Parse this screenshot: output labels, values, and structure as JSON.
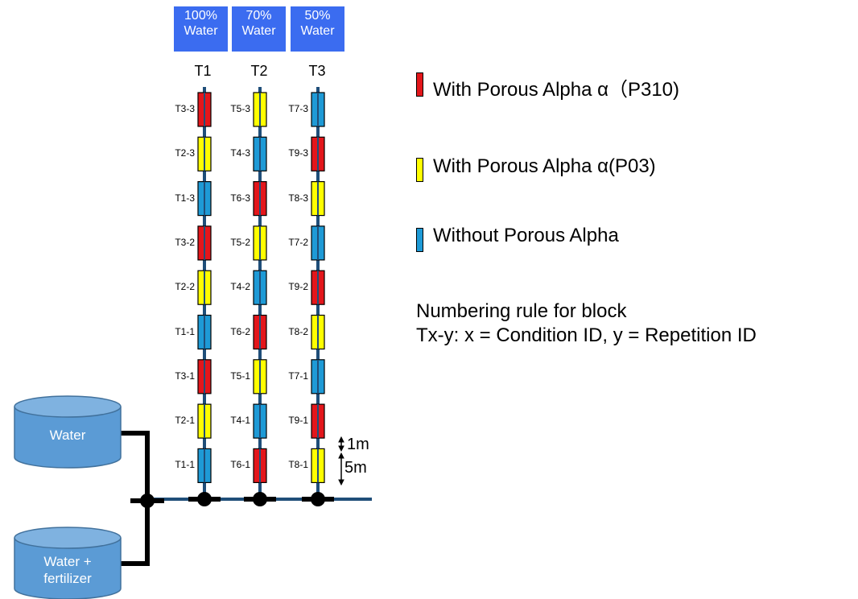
{
  "conditions": [
    {
      "pct": "100%",
      "unit": "Water",
      "col": "T1"
    },
    {
      "pct": "70%",
      "unit": "Water",
      "col": "T2"
    },
    {
      "pct": "50%",
      "unit": "Water",
      "col": "T3"
    }
  ],
  "columns": [
    {
      "blocks": [
        {
          "label": "T3-3",
          "type": "red"
        },
        {
          "label": "T2-3",
          "type": "yellow"
        },
        {
          "label": "T1-3",
          "type": "blue"
        },
        {
          "label": "T3-2",
          "type": "red"
        },
        {
          "label": "T2-2",
          "type": "yellow"
        },
        {
          "label": "T1-1",
          "type": "blue"
        },
        {
          "label": "T3-1",
          "type": "red"
        },
        {
          "label": "T2-1",
          "type": "yellow"
        },
        {
          "label": "T1-1",
          "type": "blue"
        }
      ]
    },
    {
      "blocks": [
        {
          "label": "T5-3",
          "type": "yellow"
        },
        {
          "label": "T4-3",
          "type": "blue"
        },
        {
          "label": "T6-3",
          "type": "red"
        },
        {
          "label": "T5-2",
          "type": "yellow"
        },
        {
          "label": "T4-2",
          "type": "blue"
        },
        {
          "label": "T6-2",
          "type": "red"
        },
        {
          "label": "T5-1",
          "type": "yellow"
        },
        {
          "label": "T4-1",
          "type": "blue"
        },
        {
          "label": "T6-1",
          "type": "red"
        }
      ]
    },
    {
      "blocks": [
        {
          "label": "T7-3",
          "type": "blue"
        },
        {
          "label": "T9-3",
          "type": "red"
        },
        {
          "label": "T8-3",
          "type": "yellow"
        },
        {
          "label": "T7-2",
          "type": "blue"
        },
        {
          "label": "T9-2",
          "type": "red"
        },
        {
          "label": "T8-2",
          "type": "yellow"
        },
        {
          "label": "T7-1",
          "type": "blue"
        },
        {
          "label": "T9-1",
          "type": "red"
        },
        {
          "label": "T8-1",
          "type": "yellow"
        }
      ]
    }
  ],
  "colors": {
    "red": "#e3161b",
    "yellow": "#ffff00",
    "blue": "#1e9ad6",
    "pipe": "#1f4e79",
    "tank": "#5b9bd5",
    "condition": "#3b6cf0"
  },
  "legend": [
    {
      "type": "red",
      "text": "With Porous Alpha α（P310)"
    },
    {
      "type": "yellow",
      "text": "With Porous Alpha α(P03)"
    },
    {
      "type": "blue",
      "text": "Without Porous Alpha"
    }
  ],
  "rule": {
    "line1": "Numbering rule for block",
    "line2": "Tx-y: x = Condition ID, y = Repetition ID"
  },
  "tanks": {
    "water": "Water",
    "fertilizer_line1": "Water +",
    "fertilizer_line2": "fertilizer"
  },
  "dimensions": {
    "block": "1m",
    "spacing": "5m"
  }
}
